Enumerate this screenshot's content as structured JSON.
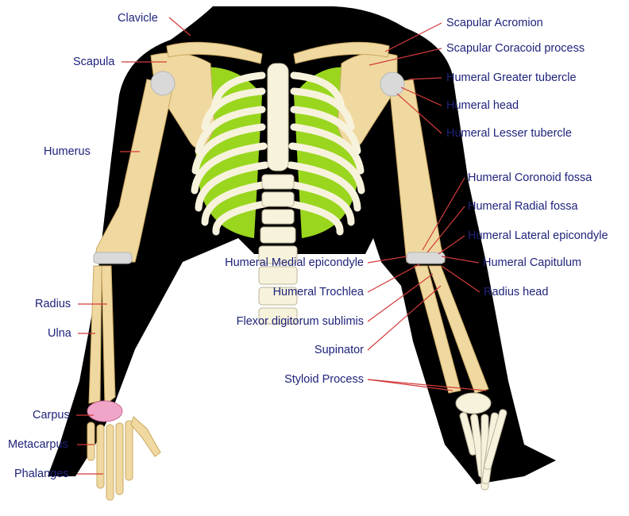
{
  "labels": {
    "clavicle": "Clavicle",
    "scapula": "Scapula",
    "humerus": "Humerus",
    "radius": "Radius",
    "ulna": "Ulna",
    "carpus": "Carpus",
    "metacarpus": "Metacarpus",
    "phalanges": "Phalanges",
    "scapular_acromion": "Scapular Acromion",
    "scapular_coracoid": "Scapular Coracoid process",
    "greater_tubercle": "Humeral Greater tubercle",
    "humeral_head": "Humeral head",
    "lesser_tubercle": "Humeral Lesser tubercle",
    "coronoid_fossa": "Humeral Coronoid fossa",
    "radial_fossa": "Humeral Radial fossa",
    "lateral_epicondyle": "Humeral Lateral epicondyle",
    "capitulum": "Humeral Capitulum",
    "radius_head": "Radius head",
    "medial_epicondyle": "Humeral Medial epicondyle",
    "trochlea": "Humeral Trochlea",
    "flexor": "Flexor digitorum sublimis",
    "supinator": "Supinator",
    "styloid": "Styloid Process"
  },
  "colors": {
    "label_text": "#1f237a",
    "leader_line": "#d23a3a",
    "bone": "#f0d9a0",
    "bone_light": "#f7f2dc",
    "cartilage": "#d9d9d9",
    "silhouette": "#000000",
    "lung_green": "#9ad61e",
    "carpus_pink": "#f0a5c8"
  }
}
